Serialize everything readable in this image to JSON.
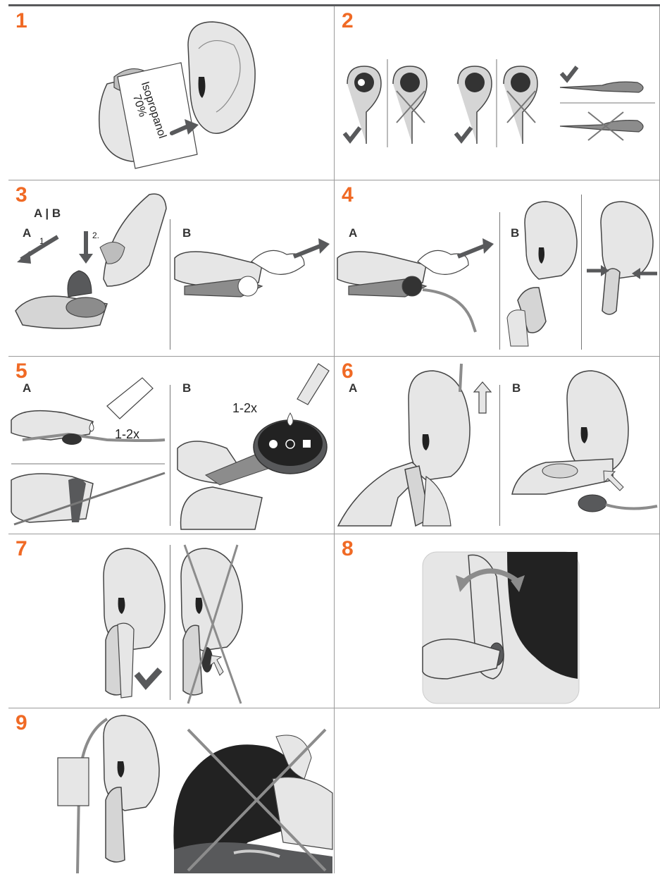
{
  "steps": {
    "s1": {
      "num": "1",
      "iso_line1": "Isopropanol",
      "iso_line2": "70%"
    },
    "s2": {
      "num": "2"
    },
    "s3": {
      "num": "3",
      "ab": "A | B",
      "a": "A",
      "b": "B",
      "step1": "1.",
      "step2": "2."
    },
    "s4": {
      "num": "4",
      "a": "A",
      "b": "B"
    },
    "s5": {
      "num": "5",
      "a": "A",
      "b": "B",
      "count_a": "1-2x",
      "count_b": "1-2x"
    },
    "s6": {
      "num": "6",
      "a": "A",
      "b": "B"
    },
    "s7": {
      "num": "7"
    },
    "s8": {
      "num": "8"
    },
    "s9": {
      "num": "9"
    }
  },
  "colors": {
    "accent": "#f06a25",
    "dark_gray": "#58595b",
    "mid_gray": "#8c8c8c",
    "light_gray": "#e6e6e6"
  },
  "icons": [
    "ear-illustration",
    "hand-illustration",
    "sensor-clip-illustration",
    "check-icon",
    "cross-icon",
    "arrow-icon",
    "drop-icon",
    "head-illustration"
  ]
}
